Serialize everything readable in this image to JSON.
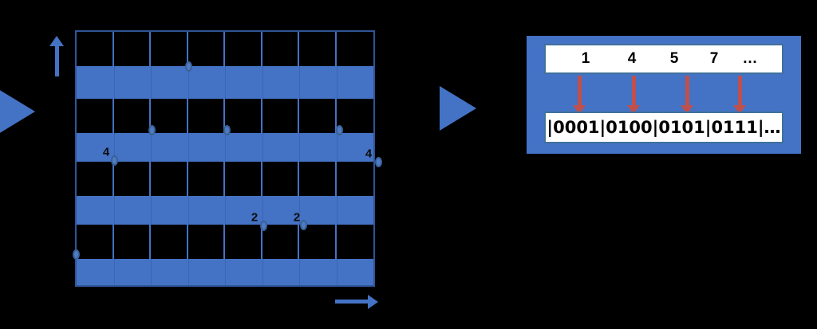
{
  "figure": {
    "background_color": "#000000",
    "accent_blue": "#4472C4",
    "panel_border_blue": "#41719C",
    "arrow_red": "#C0504D"
  },
  "left_panel": {
    "name": "quantized-grid-plot",
    "grid": {
      "columns": 8,
      "black_rows": 4,
      "cell_fill": "#000000",
      "band_fill": "#4472C4"
    },
    "y_axis": {
      "arrow": "up-arrow",
      "label": ""
    },
    "x_axis": {
      "arrow": "right-arrow",
      "label": ""
    },
    "data_points": [
      {
        "id": "p0",
        "x_pct": 37.8,
        "y_pct": 14.0,
        "label": ""
      },
      {
        "id": "p1",
        "x_pct": 25.5,
        "y_pct": 38.8,
        "label": ""
      },
      {
        "id": "p2",
        "x_pct": 50.5,
        "y_pct": 38.8,
        "label": ""
      },
      {
        "id": "p3",
        "x_pct": 88.0,
        "y_pct": 38.8,
        "label": ""
      },
      {
        "id": "p4",
        "x_pct": 13.0,
        "y_pct": 50.3,
        "label": "4"
      },
      {
        "id": "p5",
        "x_pct": 100.8,
        "y_pct": 50.9,
        "label": "4"
      },
      {
        "id": "p6",
        "x_pct": 62.8,
        "y_pct": 75.8,
        "label": "2"
      },
      {
        "id": "p7",
        "x_pct": 76.1,
        "y_pct": 75.8,
        "label": "2"
      },
      {
        "id": "p8",
        "x_pct": 0.3,
        "y_pct": 87.0,
        "label": ""
      }
    ]
  },
  "transition_arrows": [
    {
      "name": "play-triangle-left"
    },
    {
      "name": "play-triangle-right"
    }
  ],
  "right_panel": {
    "name": "encoding-panel",
    "sequence_box": {
      "name": "symbol-sequence-box",
      "items": [
        "1",
        "4",
        "5",
        "7",
        "…"
      ]
    },
    "bitstream_box": {
      "name": "bitstream-box",
      "value": "|0001|0100|0101|0111|…"
    },
    "mapping_arrows": 4
  },
  "chart_data": {
    "type": "scatter",
    "title": "",
    "xlabel": "",
    "ylabel": "",
    "grid": true,
    "legend": "none",
    "xlim": [
      0,
      8
    ],
    "ylim": [
      0,
      8
    ],
    "quantization_bands": 4,
    "columns": 8,
    "points": [
      {
        "x": 3.0,
        "y": 6.9,
        "value": ""
      },
      {
        "x": 2.0,
        "y": 4.9,
        "value": ""
      },
      {
        "x": 4.0,
        "y": 4.9,
        "value": ""
      },
      {
        "x": 7.0,
        "y": 4.9,
        "value": ""
      },
      {
        "x": 1.0,
        "y": 4.0,
        "value": "4"
      },
      {
        "x": 8.0,
        "y": 4.0,
        "value": "4"
      },
      {
        "x": 5.0,
        "y": 2.0,
        "value": "2"
      },
      {
        "x": 6.0,
        "y": 2.0,
        "value": "2"
      },
      {
        "x": 0.0,
        "y": 1.0,
        "value": ""
      }
    ],
    "encoded_symbols": [
      1,
      4,
      5,
      7
    ],
    "encoded_bits": [
      "0001",
      "0100",
      "0101",
      "0111"
    ]
  }
}
